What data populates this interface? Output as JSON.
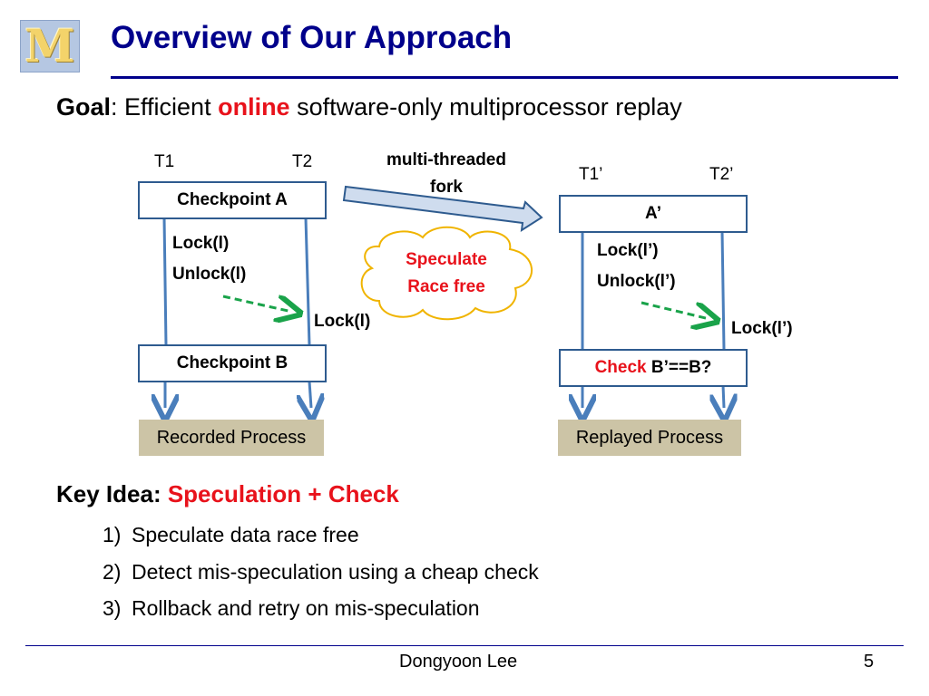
{
  "slide": {
    "title": "Overview of Our Approach",
    "logo_letter": "M",
    "goal": {
      "label": "Goal",
      "sep": ": Efficient ",
      "highlight": "online",
      "rest": " software-only multiprocessor replay"
    },
    "recorded": {
      "t1": "T1",
      "t2": "T2",
      "checkpoint_a": "Checkpoint A",
      "lock": "Lock(l)",
      "unlock": "Unlock(l)",
      "lock_t2": "Lock(l)",
      "checkpoint_b": "Checkpoint B",
      "process_label": "Recorded Process"
    },
    "fork_label_line1": "multi-threaded",
    "fork_label_line2": "fork",
    "cloud_line1": "Speculate",
    "cloud_line2": "Race free",
    "replayed": {
      "t1": "T1’",
      "t2": "T2’",
      "checkpoint_a": "A’",
      "lock": "Lock(l’)",
      "unlock": "Unlock(l’)",
      "lock_t2": "Lock(l’)",
      "check_word": "Check",
      "check_expr": " B’==B?",
      "process_label": "Replayed Process"
    },
    "key_idea": {
      "label": "Key Idea: ",
      "highlight": "Speculation + Check"
    },
    "steps": [
      {
        "num": "1)",
        "text": "Speculate data race free"
      },
      {
        "num": "2)",
        "text": "Detect mis-speculation using a cheap check"
      },
      {
        "num": "3)",
        "text": "Rollback and retry on mis-speculation"
      }
    ],
    "footer": {
      "author": "Dongyoon Lee",
      "page": "5"
    },
    "colors": {
      "title": "#00008b",
      "accent_red": "#e8121b",
      "box_border": "#2e5b8f",
      "label_fill": "#ccc4a6",
      "dashed_arrow": "#1aa34a",
      "cloud_border": "#f0b400"
    }
  }
}
